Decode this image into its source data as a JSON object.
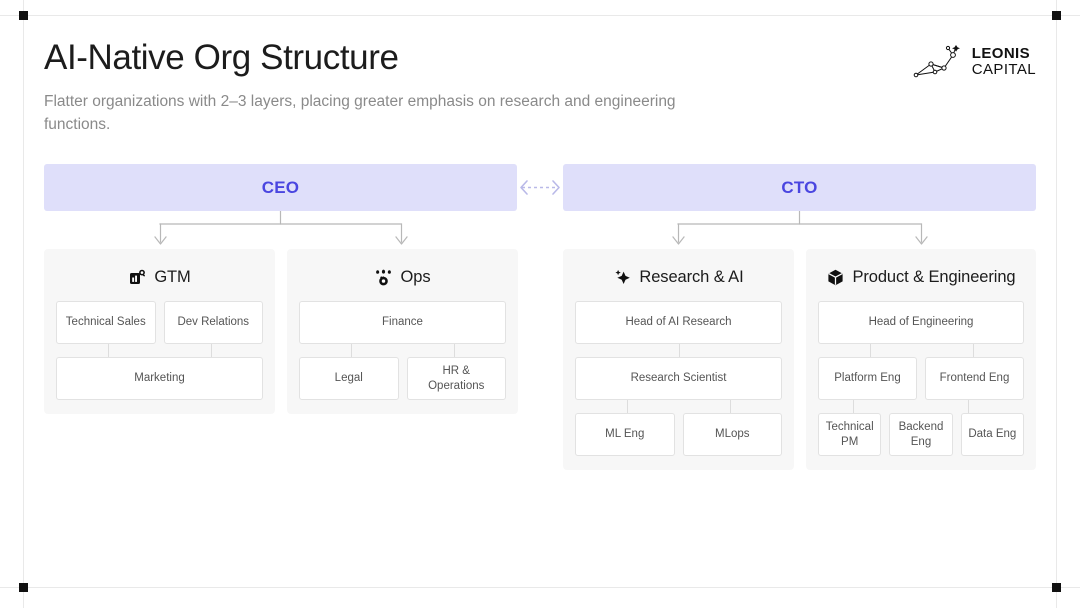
{
  "slide": {
    "title": "AI-Native Org Structure",
    "subtitle": "Flatter organizations with 2–3 layers, placing greater emphasis on research and engineering functions."
  },
  "logo": {
    "mark": "constellation-icon",
    "line1": "LEONIS",
    "line2": "CAPITAL"
  },
  "executives": [
    {
      "label": "CEO",
      "name": "ceo"
    },
    {
      "label": "CTO",
      "name": "cto"
    }
  ],
  "peer_link": {
    "icon": "bidirectional-dashed-arrow-icon"
  },
  "columns": [
    {
      "name": "gtm",
      "title": "GTM",
      "icon": "bar-chart-search-icon",
      "rows": [
        {
          "nodes": [
            "Technical Sales",
            "Dev Relations"
          ]
        },
        {
          "nodes": [
            "Marketing"
          ]
        }
      ]
    },
    {
      "name": "ops",
      "title": "Ops",
      "icon": "gear-settings-icon",
      "rows": [
        {
          "nodes": [
            "Finance"
          ]
        },
        {
          "nodes": [
            "Legal",
            "HR & Operations"
          ]
        }
      ]
    },
    {
      "name": "research-ai",
      "title": "Research & AI",
      "icon": "sparkle-icon",
      "rows": [
        {
          "nodes": [
            "Head of AI Research"
          ]
        },
        {
          "nodes": [
            "Research Scientist"
          ]
        },
        {
          "nodes": [
            "ML Eng",
            "MLops"
          ]
        }
      ]
    },
    {
      "name": "product-engineering",
      "title": "Product & Engineering",
      "icon": "cube-box-icon",
      "rows": [
        {
          "nodes": [
            "Head of Engineering"
          ]
        },
        {
          "nodes": [
            "Platform Eng",
            "Frontend Eng"
          ]
        },
        {
          "nodes": [
            "Technical PM",
            "Backend Eng",
            "Data Eng"
          ]
        }
      ]
    }
  ],
  "colors": {
    "exec_background": "#dfdffa",
    "exec_text": "#4a46e0",
    "panel_background": "#f7f7f7",
    "node_border": "#e2e2e2",
    "node_text": "#555555",
    "title_text": "#1c1c1c",
    "subtitle_text": "#8a8a8a",
    "connector": "#b8b8b8",
    "peer_link": "#b9b9e8"
  }
}
